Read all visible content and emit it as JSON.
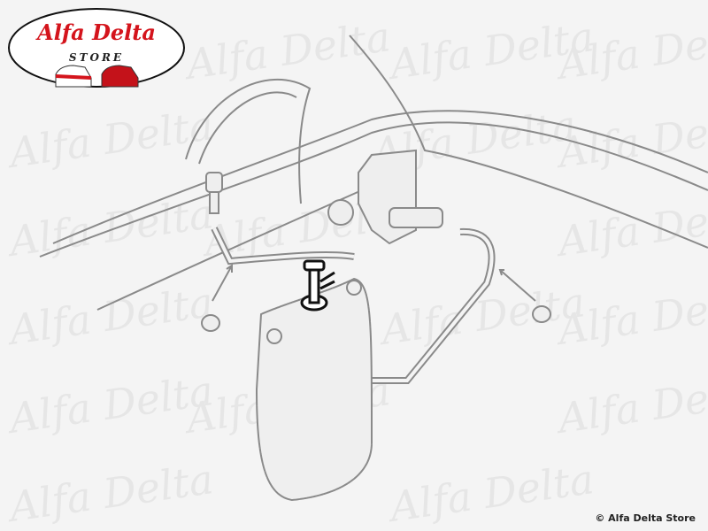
{
  "logo": {
    "title": "Alfa Delta",
    "subtitle": "STORE"
  },
  "watermark": "Alfa Delta",
  "copyright": "© Alfa Delta Store",
  "colors": {
    "background": "#f4f4f4",
    "line": "#8a8a8a",
    "logo_red": "#d4141c"
  }
}
